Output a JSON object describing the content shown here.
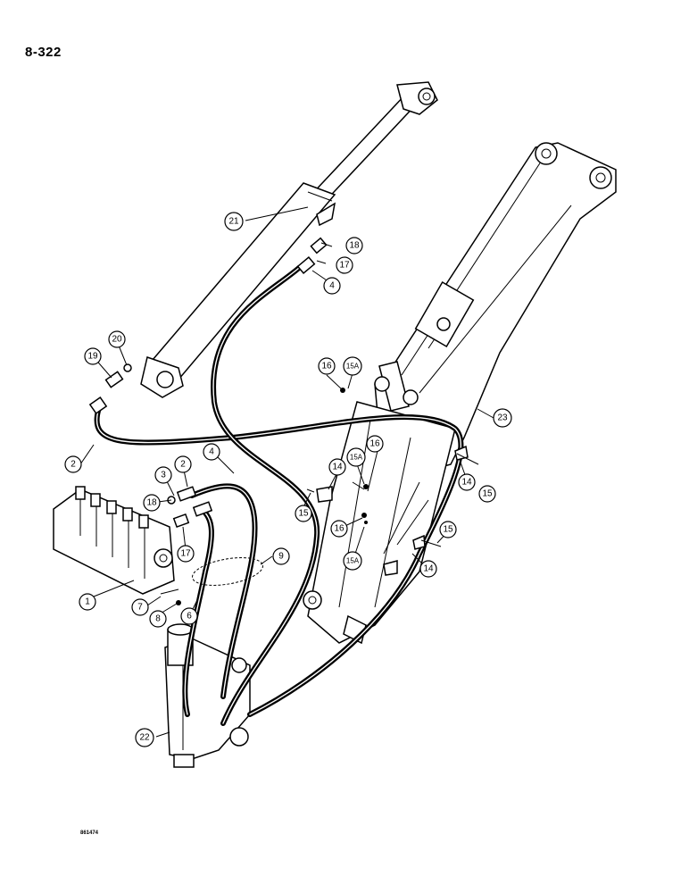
{
  "page_number": "8-322",
  "figure_code": "861474",
  "callouts": [
    {
      "id": "c1",
      "label": "1"
    },
    {
      "id": "c2a",
      "label": "2"
    },
    {
      "id": "c2b",
      "label": "2"
    },
    {
      "id": "c3",
      "label": "3"
    },
    {
      "id": "c4a",
      "label": "4"
    },
    {
      "id": "c4b",
      "label": "4"
    },
    {
      "id": "c6",
      "label": "6"
    },
    {
      "id": "c7",
      "label": "7"
    },
    {
      "id": "c8",
      "label": "8"
    },
    {
      "id": "c9",
      "label": "9"
    },
    {
      "id": "c14a",
      "label": "14"
    },
    {
      "id": "c14b",
      "label": "14"
    },
    {
      "id": "c14c",
      "label": "14"
    },
    {
      "id": "c15a",
      "label": "15"
    },
    {
      "id": "c15b",
      "label": "15"
    },
    {
      "id": "c15c",
      "label": "15"
    },
    {
      "id": "c15Aa",
      "label": "15A"
    },
    {
      "id": "c15Ab",
      "label": "15A"
    },
    {
      "id": "c15Ac",
      "label": "15A"
    },
    {
      "id": "c16a",
      "label": "16"
    },
    {
      "id": "c16b",
      "label": "16"
    },
    {
      "id": "c16c",
      "label": "16"
    },
    {
      "id": "c17a",
      "label": "17"
    },
    {
      "id": "c17b",
      "label": "17"
    },
    {
      "id": "c18a",
      "label": "18"
    },
    {
      "id": "c18b",
      "label": "18"
    },
    {
      "id": "c19",
      "label": "19"
    },
    {
      "id": "c20",
      "label": "20"
    },
    {
      "id": "c21",
      "label": "21"
    },
    {
      "id": "c22",
      "label": "22"
    },
    {
      "id": "c23",
      "label": "23"
    }
  ]
}
